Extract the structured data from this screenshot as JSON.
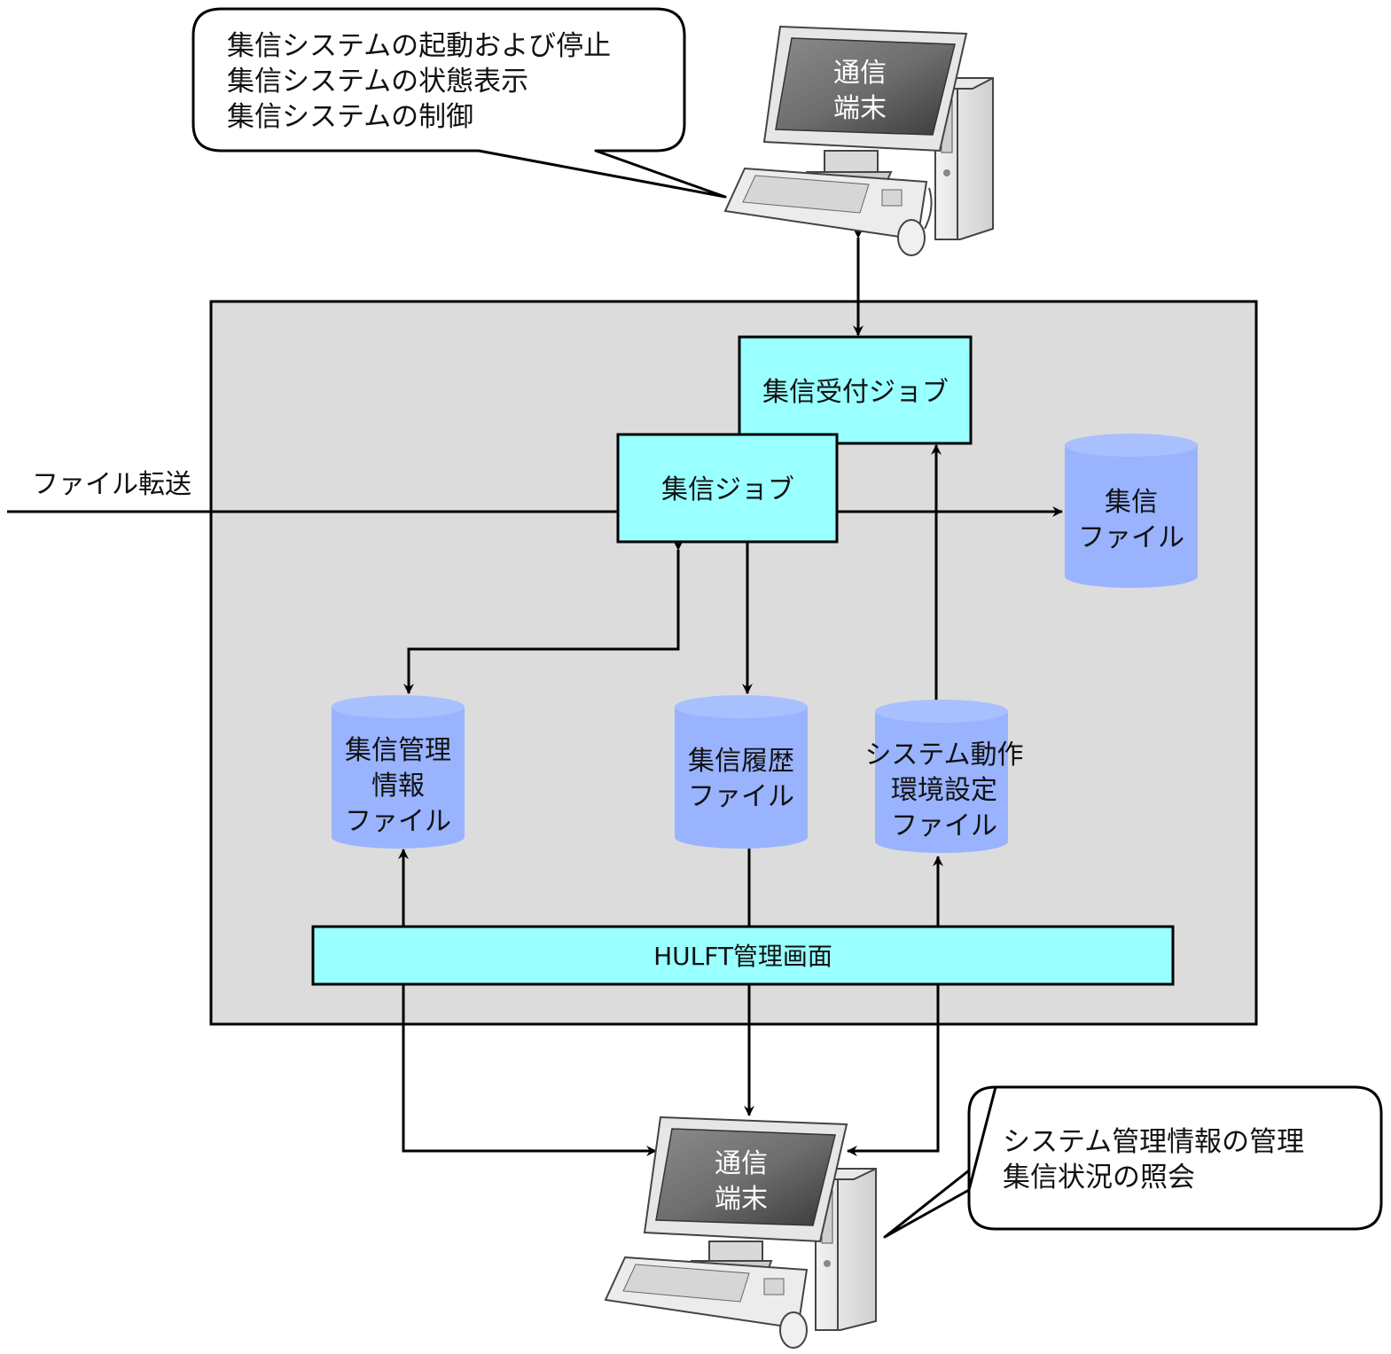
{
  "top_callout": {
    "lines": [
      "集信システムの起動および停止",
      "集信システムの状態表示",
      "集信システムの制御"
    ]
  },
  "bottom_callout": {
    "lines": [
      "システム管理情報の管理",
      "集信状況の照会"
    ]
  },
  "terminal_top": {
    "lines": [
      "通信",
      "端末"
    ]
  },
  "terminal_bottom": {
    "lines": [
      "通信",
      "端末"
    ]
  },
  "file_transfer_label": "ファイル転送",
  "jobs": {
    "receive_job": "集信受付ジョブ",
    "collect_job": "集信ジョブ"
  },
  "files": {
    "collect_file": [
      "集信",
      "ファイル"
    ],
    "mgmt_info_file": [
      "集信管理",
      "情報",
      "ファイル"
    ],
    "history_file": [
      "集信履歴",
      "ファイル"
    ],
    "env_file": [
      "システム動作",
      "環境設定",
      "ファイル"
    ]
  },
  "hulft_screen": "HULFT管理画面",
  "colors": {
    "system_bg": "#dcdcdc",
    "job_box": "#99ffff",
    "cylinder": "#99b3ff"
  }
}
